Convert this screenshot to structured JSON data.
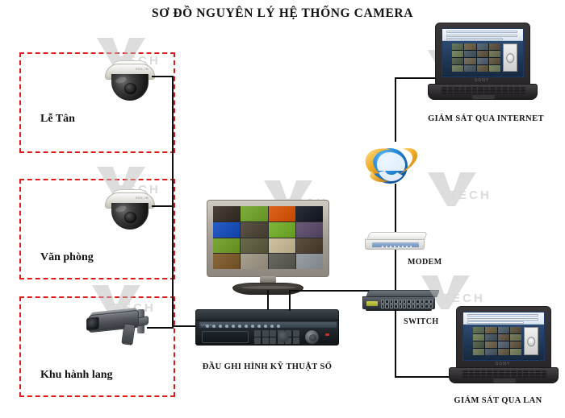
{
  "diagram": {
    "title": "SƠ ĐỒ NGUYÊN LÝ HỆ THỐNG CAMERA",
    "background_color": "#ffffff",
    "zone_border_color": "#e01b1b",
    "wire_color": "#0d0d0d",
    "watermark_text": "TECH"
  },
  "zones": [
    {
      "id": "zone-reception",
      "label": "Lễ Tân",
      "camera": "dome-camera"
    },
    {
      "id": "zone-office",
      "label": "Văn phòng",
      "camera": "dome-camera"
    },
    {
      "id": "zone-corridor",
      "label": "Khu hành lang",
      "camera": "bullet-camera"
    }
  ],
  "devices": {
    "monitor": {
      "name": "cctv-monitor",
      "label": "",
      "grid_tiles": 16
    },
    "dvr": {
      "name": "digital-video-recorder",
      "label": "ĐẦU GHI HÌNH KỸ THUẬT SỐ"
    },
    "modem": {
      "name": "modem",
      "label": "MODEM"
    },
    "switch": {
      "name": "network-switch",
      "label": "SWITCH"
    },
    "internet_icon": {
      "name": "internet-explorer-icon",
      "label": ""
    },
    "laptop_internet": {
      "name": "laptop-internet",
      "label": "GIÁM SÁT QUA INTERNET"
    },
    "laptop_lan": {
      "name": "laptop-lan",
      "label": "GIÁM SÁT QUA LAN"
    }
  },
  "colors": {
    "zone_red": "#e01b1b",
    "wire_black": "#0d0d0d",
    "text_black": "#151515",
    "monitor_bezel": "#a39d94",
    "dvr_body": "#232a30",
    "switch_body": "#3a4147",
    "modem_body": "#e8e8e6",
    "laptop_body": "#2a272a",
    "ie_blue": "#1f7fd6",
    "ie_gold": "#f2b63a"
  },
  "monitor_tiles": [
    "#4a4238",
    "#7fae3e",
    "#e0631b",
    "#2b2f39",
    "#2a5ec4",
    "#5c5548",
    "#7fb63c",
    "#6b5b7a",
    "#7da83a",
    "#6c6a4e",
    "#cfc2a0",
    "#5d5042",
    "#8a6a3c",
    "#a8a090",
    "#6a6a62",
    "#9aa0a6"
  ],
  "laptop_tiles": [
    "#6b7a5e",
    "#7a6f55",
    "#5f6f7a",
    "#6a5f4e",
    "#7d8b66",
    "#56656f",
    "#6f6354",
    "#7a7f63",
    "#5d6a58",
    "#7b7160",
    "#636f7c",
    "#6d6450",
    "#798468",
    "#5a6670",
    "#726856",
    "#808a6b"
  ]
}
